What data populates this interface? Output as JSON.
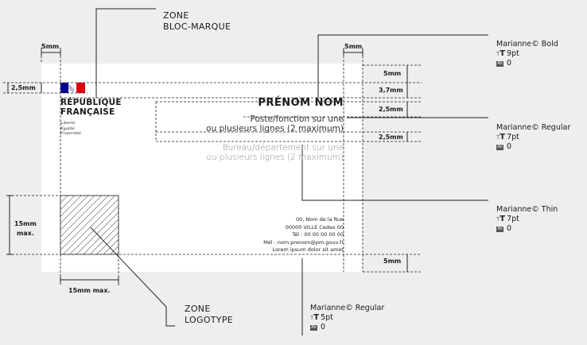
{
  "zones": {
    "bloc_marque": [
      "ZONE",
      "BLOC-MARQUE"
    ],
    "logotype": [
      "ZONE",
      "LOGOTYPE"
    ]
  },
  "measures": {
    "m5_left": "5mm",
    "m5_right": "5mm",
    "m2_5_left": "2,5mm",
    "m5_top_right": "5mm",
    "m3_7": "3,7mm",
    "m2_5_a": "2,5mm",
    "m2_5_b": "2,5mm",
    "m15_max_v": [
      "15mm",
      "max."
    ],
    "m15_max_h": "15mm max.",
    "m5_bottom_right": "5mm"
  },
  "card": {
    "republique": [
      "RÉPUBLIQUE",
      "FRANÇAISE"
    ],
    "motto": [
      "Liberté",
      "Égalité",
      "Fraternité"
    ],
    "name": "PRÉNOM NOM",
    "role": [
      "Poste/fonction sur une",
      "ou plusieurs lignes (2 maximum)"
    ],
    "department": [
      "Bureau/département sur une",
      "ou plusieurs lignes (2 maximum)"
    ],
    "address": [
      "00, Nom de la Rue",
      "00000 VILLE Cedex 00",
      "Tél : 00 00 00 00 00",
      "Mél : nom.prenom@pm.gouv.fr",
      "Lorem ipsum dolor sit amet"
    ]
  },
  "specs": [
    {
      "font": "Marianne© Bold",
      "size": "9pt",
      "tracking": "0"
    },
    {
      "font": "Marianne© Regular",
      "size": "7pt",
      "tracking": "0"
    },
    {
      "font": "Marianne© Thin",
      "size": "7pt",
      "tracking": "0"
    },
    {
      "font": "Marianne© Regular",
      "size": "5pt",
      "tracking": "0"
    }
  ],
  "icons": {
    "size": "type-size-icon",
    "tracking": "letter-spacing-icon",
    "flag": "marianne-flag-icon"
  },
  "colors": {
    "flag_blue": "#000091",
    "flag_red": "#e1000f",
    "card_bg": "#ffffff",
    "page_bg": "#eeeeee"
  }
}
